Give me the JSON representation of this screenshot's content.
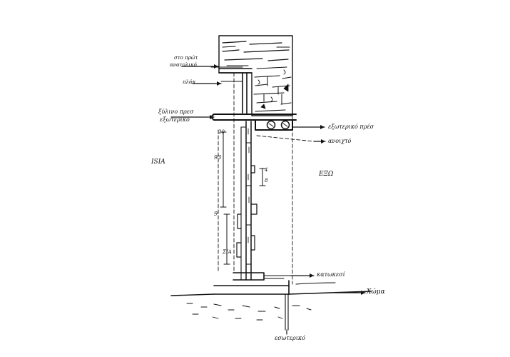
{
  "labels": {
    "roof_top_line1": "στο πρώτ",
    "roof_top_line2": "ανατολικό",
    "slab": "πλάκ",
    "beam_line1": "ξύλινο πρεσ",
    "beam_line2": "εξωτερικό",
    "right_beam": "εξωτερικό πρέσ",
    "right_mid": "ανοιχτό",
    "left_mark": "ISIA",
    "right_mark": "ΕΞΩ",
    "dim_93": "93",
    "dim_20": "20",
    "dim_9": "9",
    "dim_4": "4",
    "dim_8": "8",
    "dim_bottom": "ΣΙΑ",
    "base_right": "κατωκεσί",
    "ground_right": "Χώμα",
    "footing": "εσωτερικό"
  }
}
